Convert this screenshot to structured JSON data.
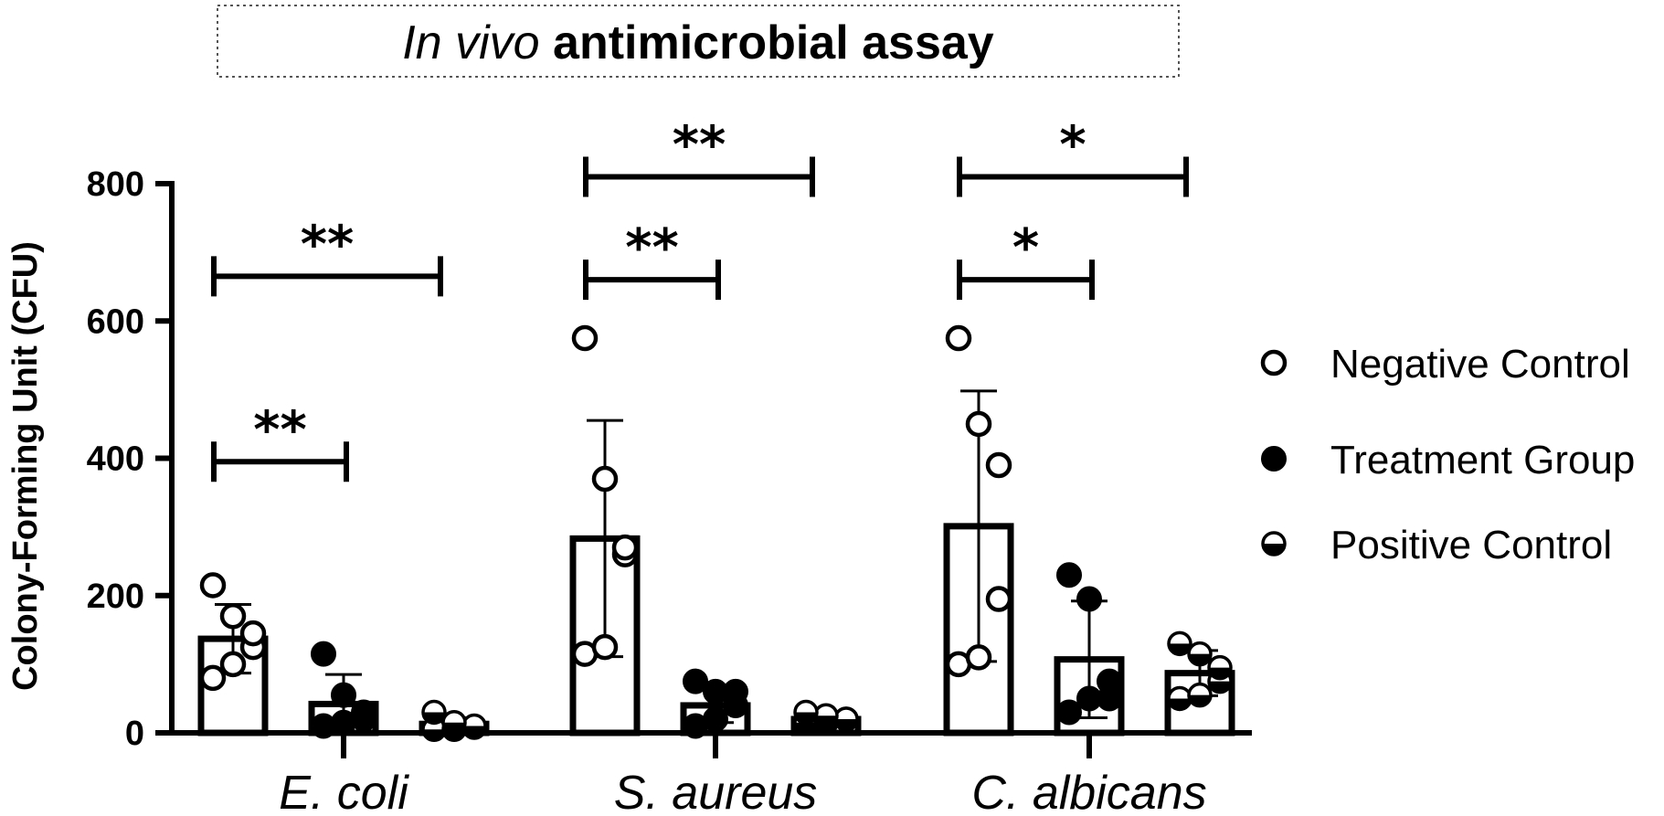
{
  "chart_data": {
    "type": "bar",
    "title_italic": "In vivo",
    "title_rest": " antimicrobial assay",
    "ylabel": "Colony-Forming Unit (CFU)",
    "ylim": [
      0,
      800
    ],
    "yticks": [
      0,
      200,
      400,
      600,
      800
    ],
    "categories": [
      "E. coli",
      "S. aureus",
      "C. albicans"
    ],
    "legend_position": "right",
    "series": [
      {
        "name": "Negative Control",
        "marker": "open-circle",
        "means": [
          137,
          283,
          301
        ],
        "sd": [
          50,
          172,
          197
        ],
        "points": [
          [
            80,
            100,
            125,
            145,
            170,
            215
          ],
          [
            115,
            125,
            260,
            270,
            370,
            575
          ],
          [
            100,
            110,
            195,
            390,
            450,
            575
          ]
        ]
      },
      {
        "name": "Treatment Group",
        "marker": "filled-circle",
        "means": [
          42,
          40,
          107
        ],
        "sd": [
          43,
          25,
          85
        ],
        "points": [
          [
            10,
            15,
            20,
            30,
            55,
            115
          ],
          [
            10,
            20,
            40,
            60,
            60,
            75
          ],
          [
            30,
            50,
            50,
            75,
            195,
            230
          ]
        ]
      },
      {
        "name": "Positive Control",
        "marker": "half-circle",
        "means": [
          13,
          20,
          87
        ],
        "sd": [
          9,
          6,
          33
        ],
        "points": [
          [
            5,
            5,
            8,
            10,
            15,
            30
          ],
          [
            15,
            15,
            20,
            20,
            25,
            30
          ],
          [
            50,
            55,
            75,
            95,
            115,
            130
          ]
        ]
      }
    ],
    "significance": [
      {
        "category": 0,
        "from": 0,
        "to": 1,
        "y": 395,
        "label": "**"
      },
      {
        "category": 0,
        "from": 0,
        "to": 2,
        "y": 665,
        "label": "**"
      },
      {
        "category": 1,
        "from": 0,
        "to": 1,
        "y": 660,
        "label": "**"
      },
      {
        "category": 1,
        "from": 0,
        "to": 2,
        "y": 810,
        "label": "**"
      },
      {
        "category": 2,
        "from": 0,
        "to": 1,
        "y": 660,
        "label": "*"
      },
      {
        "category": 2,
        "from": 0,
        "to": 2,
        "y": 810,
        "label": "*"
      }
    ]
  }
}
